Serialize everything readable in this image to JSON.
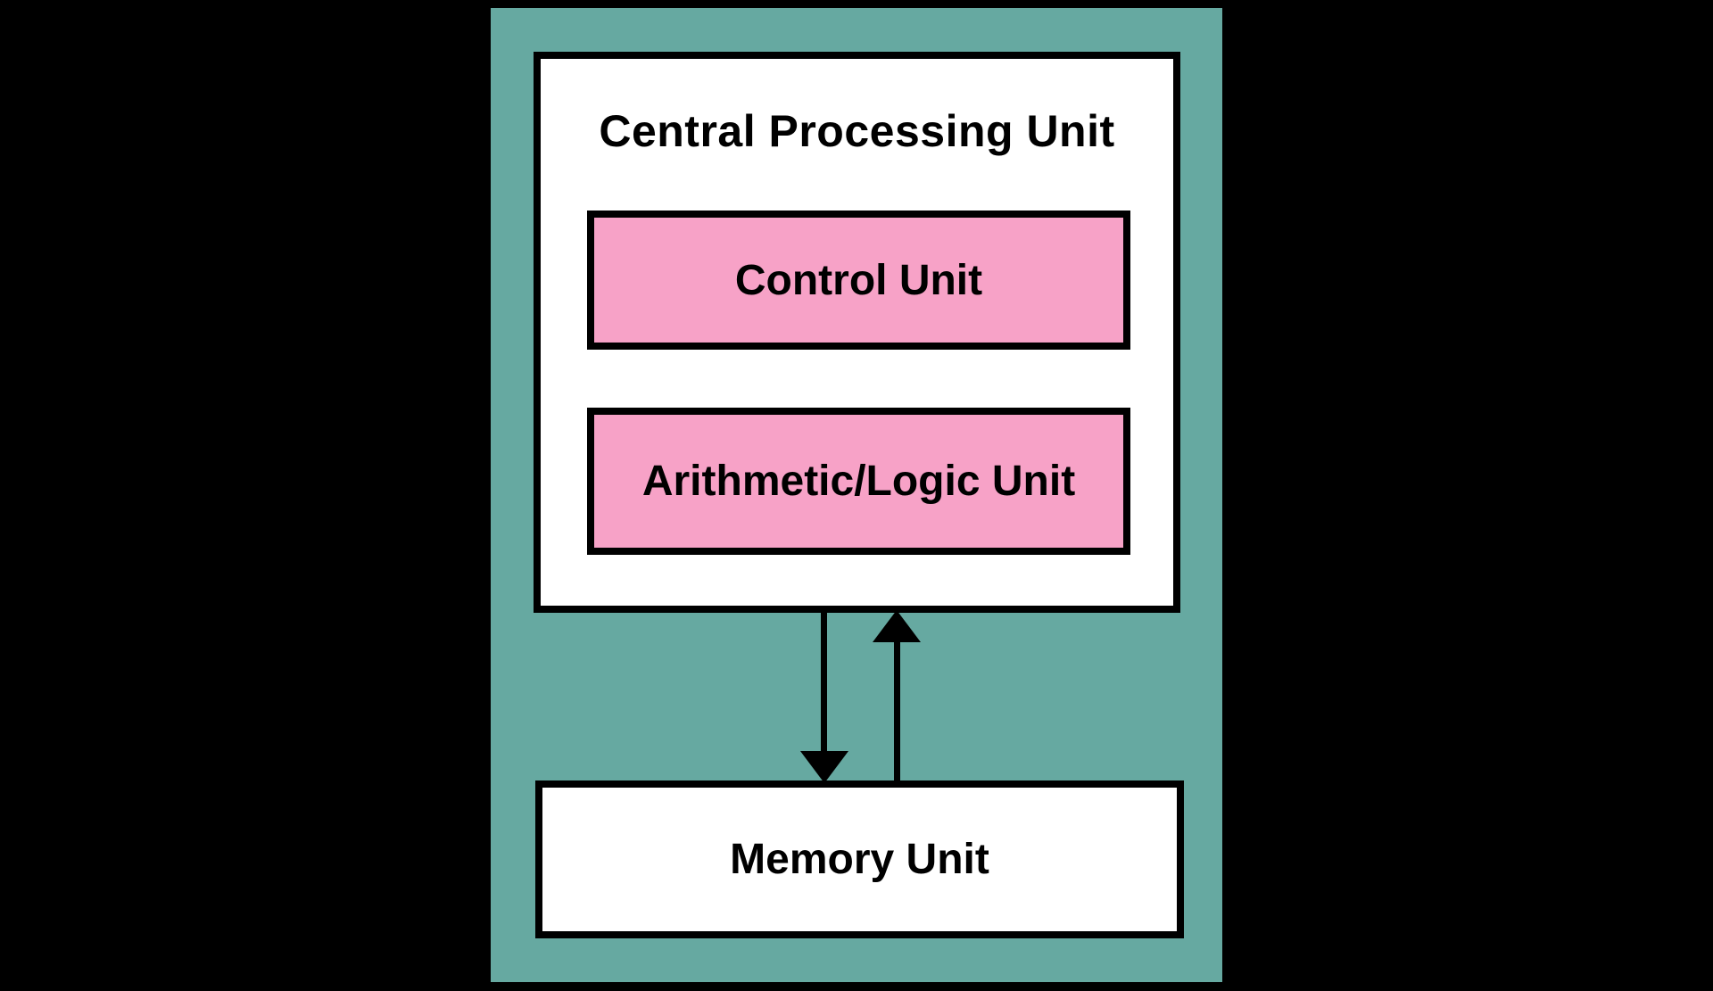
{
  "diagram": {
    "title": "Central Processing Unit",
    "blocks": {
      "control_unit": "Control Unit",
      "alu": "Arithmetic/Logic Unit",
      "memory": "Memory Unit"
    },
    "arrows": [
      {
        "name": "cpu-to-memory",
        "direction": "down"
      },
      {
        "name": "memory-to-cpu",
        "direction": "up"
      }
    ],
    "colors": {
      "background": "#000000",
      "panel": "#66A9A1",
      "block_pink": "#F7A2C7",
      "box_white": "#FFFFFF",
      "line_black": "#000000",
      "text_black": "#000000"
    }
  }
}
